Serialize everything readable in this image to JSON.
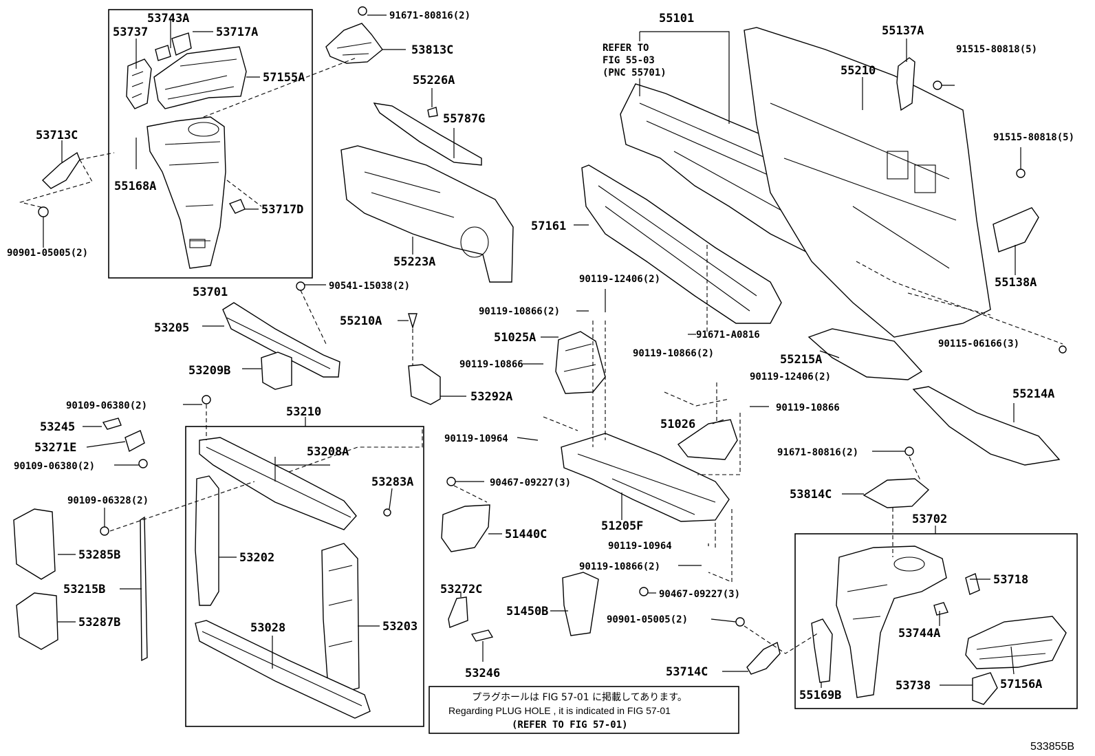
{
  "labels": {
    "p53743A": "53743A",
    "p53737": "53737",
    "p53717A": "53717A",
    "p57155A": "57155A",
    "p53713C": "53713C",
    "p55168A": "55168A",
    "p53717D": "53717D",
    "p90901_05005_a": "90901-05005(2)",
    "p53701": "53701",
    "p91671_80816_a": "91671-80816(2)",
    "p53813C": "53813C",
    "p55226A": "55226A",
    "p55787G": "55787G",
    "p55223A": "55223A",
    "p55101": "55101",
    "ref_line1": "REFER TO",
    "ref_line2": "FIG 55-03",
    "ref_line3": "(PNC 55701)",
    "p55137A": "55137A",
    "p91515_80818_a": "91515-80818(5)",
    "p55210": "55210",
    "p91515_80818_b": "91515-80818(5)",
    "p57161": "57161",
    "p55138A": "55138A",
    "p90541_15038": "90541-15038(2)",
    "p53205": "53205",
    "p53209B": "53209B",
    "p55210A": "55210A",
    "p90119_12406_a": "90119-12406(2)",
    "p90119_10866_a": "90119-10866(2)",
    "p51025A": "51025A",
    "p90119_10866_b": "90119-10866",
    "p53292A": "53292A",
    "p91671_A0816": "91671-A0816",
    "p55215A": "55215A",
    "p90115_06166": "90115-06166(3)",
    "p90119_10866_c": "90119-10866(2)",
    "p90119_12406_b": "90119-12406(2)",
    "p55214A": "55214A",
    "p90109_06380_a": "90109-06380(2)",
    "p53210": "53210",
    "p53245": "53245",
    "p53271E": "53271E",
    "p90109_06380_b": "90109-06380(2)",
    "p53208A": "53208A",
    "p53283A": "53283A",
    "p51026": "51026",
    "p90119_10866_d": "90119-10866",
    "p90119_10964_a": "90119-10964",
    "p91671_80816_b": "91671-80816(2)",
    "p90109_06328": "90109-06328(2)",
    "p90467_09227_a": "90467-09227(3)",
    "p53814C": "53814C",
    "p53702": "53702",
    "p53285B": "53285B",
    "p53202": "53202",
    "p51440C": "51440C",
    "p51205F": "51205F",
    "p53215B": "53215B",
    "p90119_10964_b": "90119-10964",
    "p53718": "53718",
    "p90119_10866_e": "90119-10866(2)",
    "p53272C": "53272C",
    "p53287B": "53287B",
    "p53028": "53028",
    "p53203": "53203",
    "p51450B": "51450B",
    "p90467_09227_b": "90467-09227(3)",
    "p53744A": "53744A",
    "p90901_05005_b": "90901-05005(2)",
    "p53246": "53246",
    "p53714C": "53714C",
    "p57156A": "57156A",
    "p53738": "53738",
    "p55169B": "55169B"
  },
  "note": {
    "line_jp": "プラグホールは FIG 57-01 に掲載してあります。",
    "line_en": "Regarding  PLUG  HOLE , it is indicated in  FIG  57-01",
    "line_ref": "(REFER TO FIG 57-01)"
  },
  "diagram_code": "533855B"
}
